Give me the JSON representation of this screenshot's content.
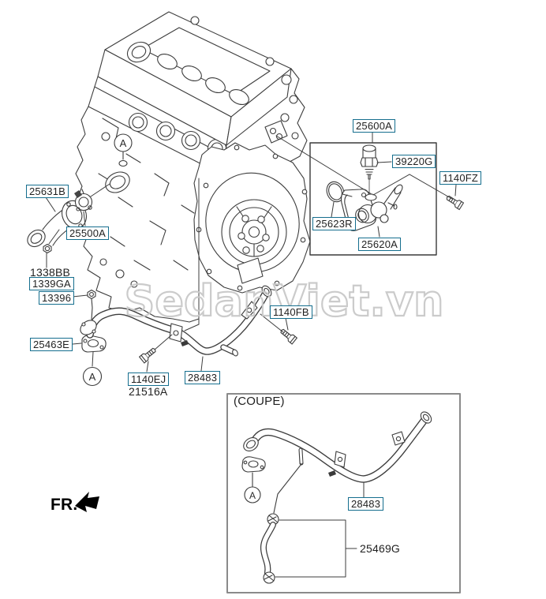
{
  "diagram": {
    "watermark": "SedanViet.vn",
    "coupe_title": "(COUPE)",
    "front_label": "FR.",
    "reference_marker": "A"
  },
  "labels": {
    "inlet_pipe": "25631B",
    "thermostat": "25500A",
    "nut": "1338BB",
    "gasket_ring": "1339GA",
    "bolt_13396": "13396",
    "gasket_25463e": "25463E",
    "bolt_1140ej": "1140EJ",
    "washer_21516a": "21516A",
    "water_pipe": "28483",
    "bolt_1140fb": "1140FB",
    "thermostat_assembly": "25600A",
    "temp_sensor": "39220G",
    "bolt_1140fz": "1140FZ",
    "o_ring": "25623R",
    "thermostat_housing": "25620A",
    "coupe_water_pipe": "28483",
    "coupe_hose": "25469G"
  },
  "colors": {
    "label_border": "#156e8e",
    "line": "#3d3d3d",
    "watermark": "#c9c9c9",
    "text": "#1f1f1f"
  }
}
